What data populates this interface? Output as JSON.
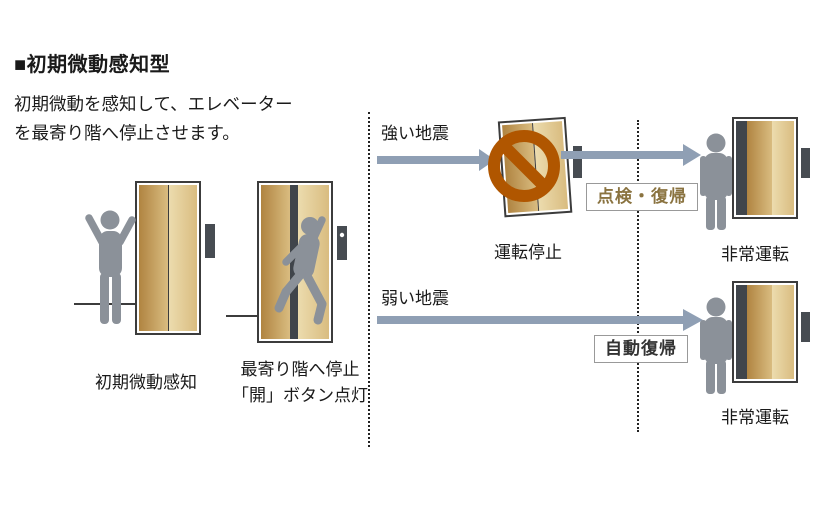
{
  "header": {
    "title": "■初期微動感知型",
    "description": [
      "初期微動を感知して、エレベーター",
      "を最寄り階へ停止させます。"
    ]
  },
  "scenes": {
    "detect": {
      "label": "初期微動感知"
    },
    "stop": {
      "label": [
        "最寄り階へ停止",
        "「開」ボタン点灯"
      ]
    },
    "halt": {
      "label": "運転停止"
    },
    "emergency_top": {
      "label": "非常運転"
    },
    "emergency_bottom": {
      "label": "非常運転"
    }
  },
  "flows": {
    "strong": {
      "trigger": "強い地震",
      "recovery": "点検・復帰"
    },
    "weak": {
      "trigger": "弱い地震",
      "recovery": "自動復帰"
    }
  },
  "colors": {
    "arrow": "#8f9fb4",
    "prohibition": "#b05600",
    "inspection_text": "#8a7340",
    "auto_text": "#333333",
    "figure": "#8b9199",
    "door_dark": "#b08441",
    "door_mid": "#d9bc80",
    "door_light": "#ecdcae",
    "frame": "#3c3c3c"
  }
}
